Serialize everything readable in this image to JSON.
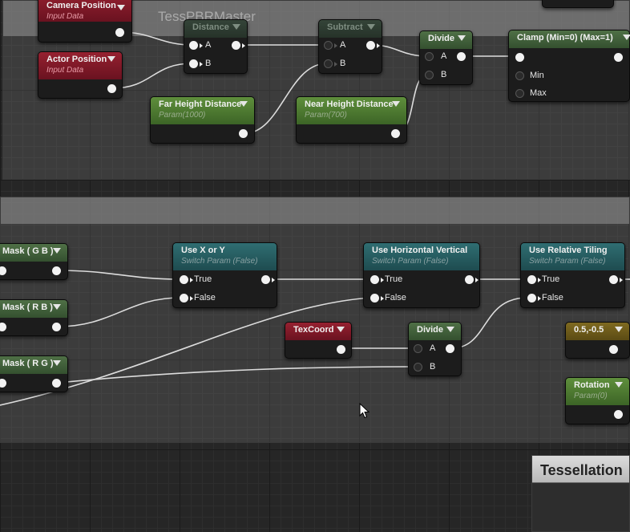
{
  "comments": {
    "top": {
      "title": "TessPBRMaster"
    },
    "bottom": {
      "title": ""
    },
    "tessellation": {
      "title": "Tessellation"
    }
  },
  "nodes": {
    "camera_position": {
      "title": "Camera Position",
      "subtitle": "Input Data"
    },
    "actor_position": {
      "title": "Actor Position",
      "subtitle": "Input Data"
    },
    "distance": {
      "title": "Distance",
      "pins": {
        "a": "A",
        "b": "B"
      }
    },
    "subtract": {
      "title": "Subtract",
      "pins": {
        "a": "A",
        "b": "B"
      }
    },
    "divide_top": {
      "title": "Divide",
      "pins": {
        "a": "A",
        "b": "B"
      }
    },
    "clamp": {
      "title": "Clamp (Min=0) (Max=1)",
      "pins": {
        "min": "Min",
        "max": "Max"
      }
    },
    "far_height": {
      "title": "Far Height Distance",
      "subtitle": "Param(1000)"
    },
    "near_height": {
      "title": "Near Height Distance",
      "subtitle": "Param(700)"
    },
    "mask_gb": {
      "title": "Mask ( G B )"
    },
    "mask_rb": {
      "title": "Mask ( R B )"
    },
    "mask_rg": {
      "title": "Mask ( R G )"
    },
    "use_xy": {
      "title": "Use X or Y",
      "subtitle": "Switch Param (False)",
      "pins": {
        "true": "True",
        "false": "False"
      }
    },
    "use_hv": {
      "title": "Use Horizontal Vertical",
      "subtitle": "Switch Param (False)",
      "pins": {
        "true": "True",
        "false": "False"
      }
    },
    "use_rel": {
      "title": "Use Relative Tiling",
      "subtitle": "Switch Param (False)",
      "pins": {
        "true": "True",
        "false": "False"
      }
    },
    "texcoord": {
      "title": "TexCoord"
    },
    "divide_bottom": {
      "title": "Divide",
      "pins": {
        "a": "A",
        "b": "B"
      }
    },
    "const2": {
      "title": "0.5,-0.5"
    },
    "rotation": {
      "title": "Rotation",
      "subtitle": "Param(0)"
    }
  },
  "icons": {
    "cursor": "mouse-pointer-icon",
    "expand": "chevron-down-icon"
  }
}
